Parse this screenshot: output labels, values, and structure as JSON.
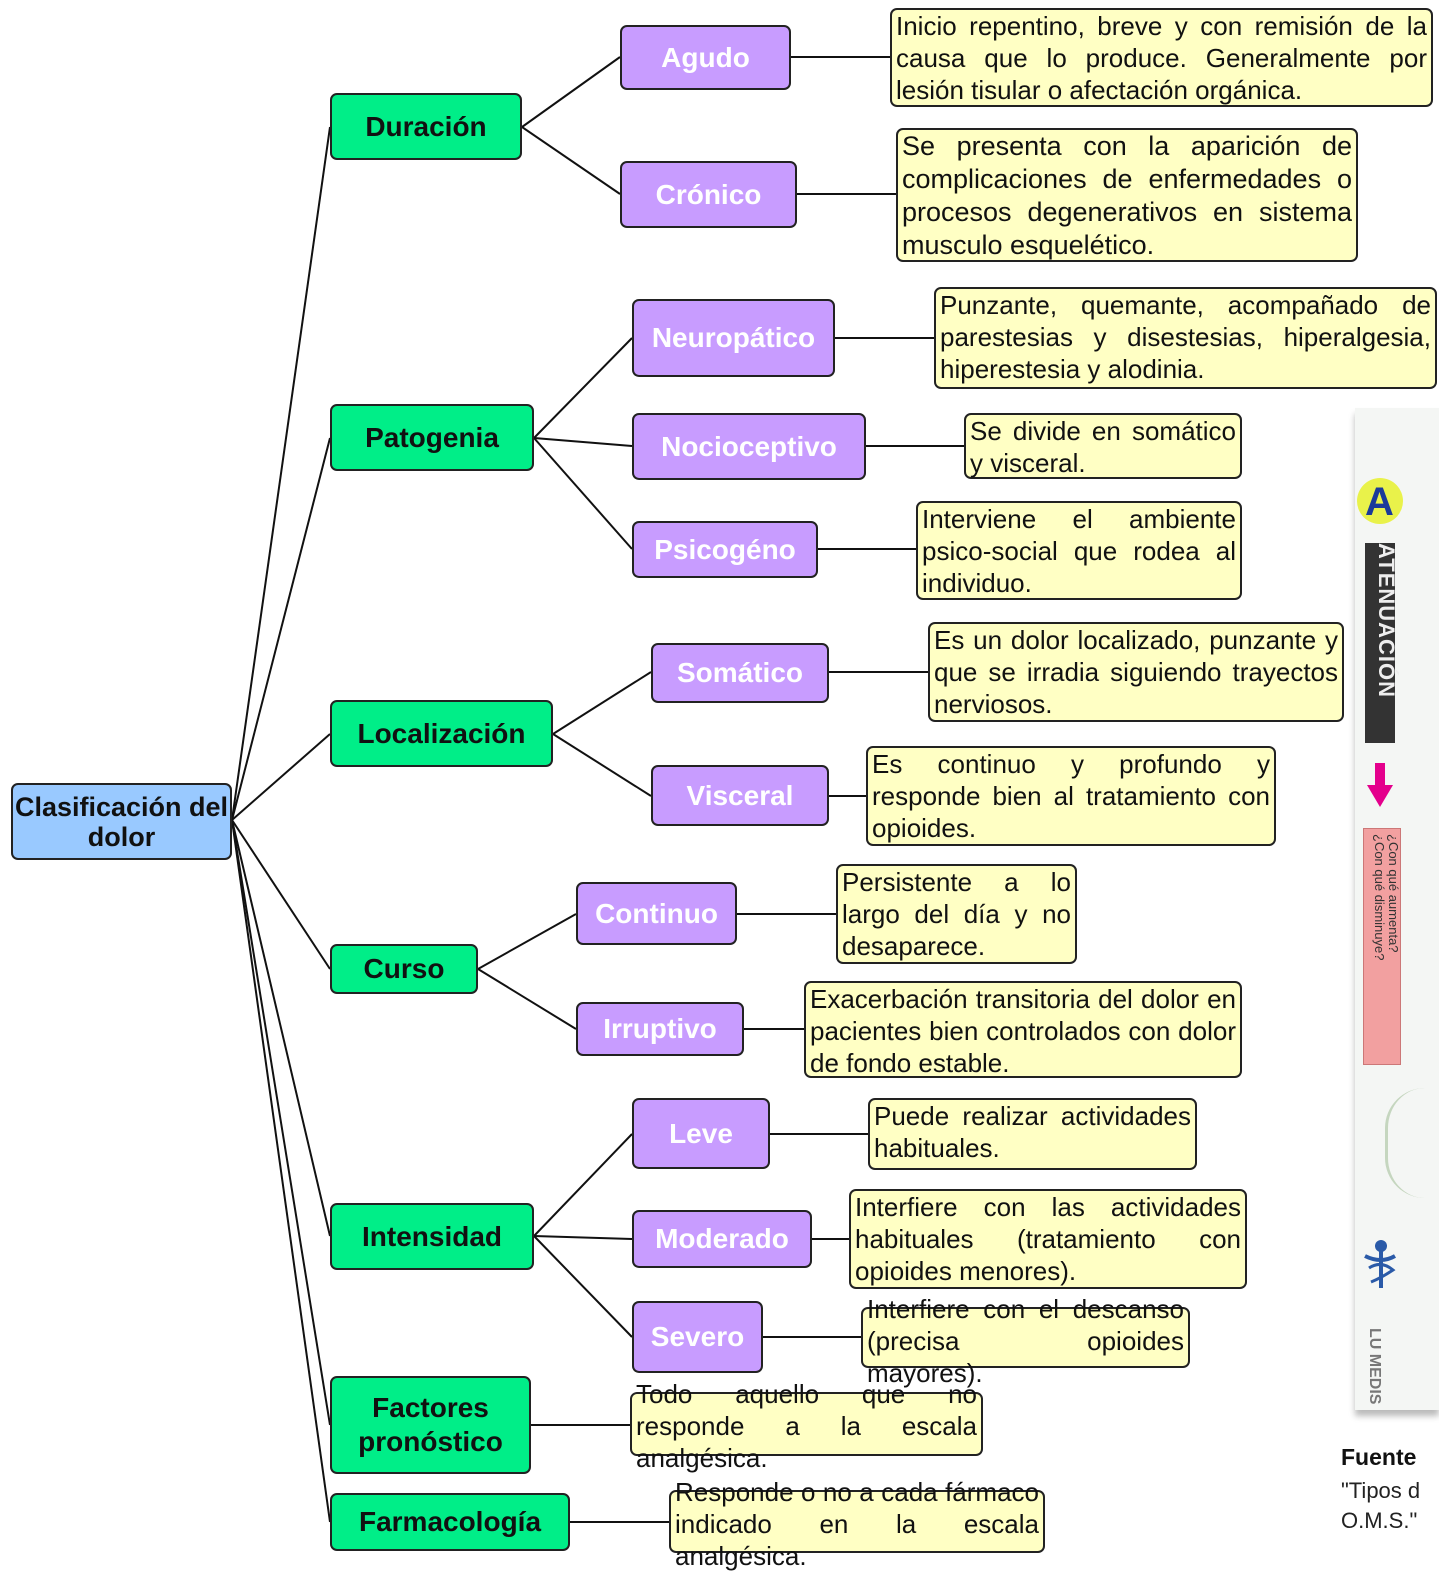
{
  "root": {
    "label": "Clasificación del dolor"
  },
  "categories": {
    "duracion": "Duración",
    "patogenia": "Patogenia",
    "localizacion": "Localización",
    "curso": "Curso",
    "intensidad": "Intensidad",
    "factores": "Factores pronóstico",
    "farmacologia": "Farmacología"
  },
  "subtypes": {
    "agudo": "Agudo",
    "cronico": "Crónico",
    "neuropatico": "Neuropático",
    "nocioceptivo": "Nocioceptivo",
    "psicogeno": "Psicogéno",
    "somatico": "Somático",
    "visceral": "Visceral",
    "continuo": "Continuo",
    "irruptivo": "Irruptivo",
    "leve": "Leve",
    "moderado": "Moderado",
    "severo": "Severo"
  },
  "descriptions": {
    "agudo": "Inicio repentino, breve y con remisión de la causa que lo produce. Generalmente por lesión tisular o afectación orgánica.",
    "cronico": "Se presenta con la aparición de complicaciones de enfermedades o procesos degenerativos en sistema musculo esquelético.",
    "neuropatico": "Punzante, quemante, acompañado de parestesias y disestesias, hiperalgesia, hiperestesia y alodinia.",
    "nocioceptivo": "Se divide en somático y visceral.",
    "psicogeno": "Interviene el ambiente psico-social que rodea al individuo.",
    "somatico": "Es un dolor localizado, punzante y que se irradia siguiendo trayectos nerviosos.",
    "visceral": "Es continuo y profundo y responde bien al tratamiento con opioides.",
    "continuo": "Persistente a lo largo del día y no desaparece.",
    "irruptivo": "Exacerbación transitoria del dolor en pacientes bien controlados con dolor de fondo estable.",
    "leve": "Puede realizar actividades habituales.",
    "moderado": "Interfiere con las actividades habituales (tratamiento con opioides menores).",
    "severo": "Interfiere con el descanso (precisa opioides mayores).",
    "factores": "Todo aquello que no responde a la escala analgésica.",
    "farmacologia": "Responde o no a cada fármaco indicado en la escala analgésica."
  },
  "side_image": {
    "letter": "A",
    "banner": "ATENUACIÓN",
    "question1": "¿Con qué aumenta?",
    "question2": "¿Con qué disminuye?",
    "footer_text": "LU MEDIS"
  },
  "source": {
    "label": "Fuente",
    "text_line1": "\"Tipos d",
    "text_line2": "O.M.S.\""
  },
  "colors": {
    "root": "#99c9ff",
    "category": "#00ee88",
    "subtype": "#c89cff",
    "note": "#ffffc4"
  }
}
